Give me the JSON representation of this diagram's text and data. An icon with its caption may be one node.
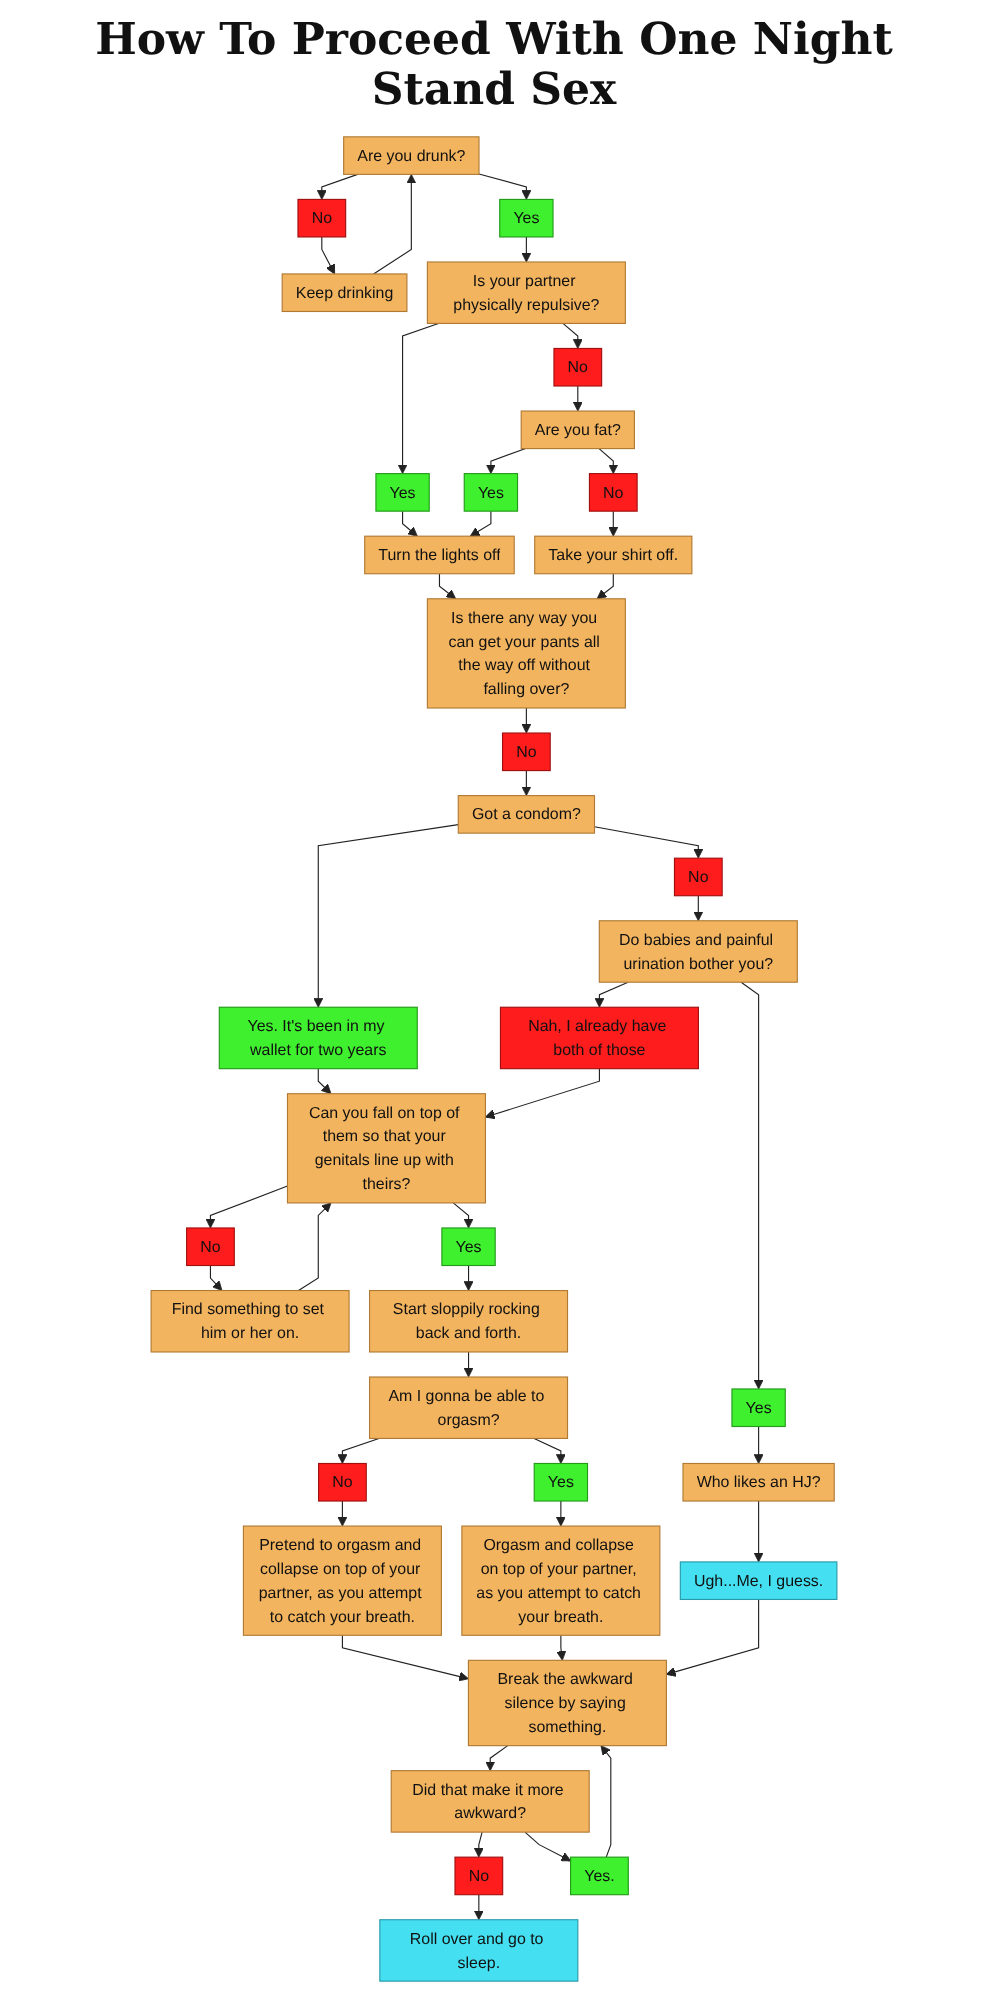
{
  "diagram": {
    "title": "How To Proceed With One Night Stand Sex",
    "nodes": [
      {
        "text": [
          "Are you drunk?"
        ]
      },
      {
        "text": [
          "No"
        ]
      },
      {
        "text": [
          "Yes"
        ]
      },
      {
        "text": [
          "Keep drinking"
        ]
      },
      {
        "text": [
          "Is your partner physically repulsive?"
        ]
      },
      {
        "text": [
          "No"
        ]
      },
      {
        "text": [
          "Yes"
        ]
      },
      {
        "text": [
          "Are you fat?"
        ]
      },
      {
        "text": [
          "Turn the lights off"
        ]
      },
      {
        "text": [
          "No"
        ]
      },
      {
        "text": [
          "Yes"
        ]
      },
      {
        "text": [
          "Take your shirt off."
        ]
      },
      {
        "text": [
          "Is there any way you can get your pants all the way off without falling over?"
        ]
      },
      {
        "text": [
          "No"
        ]
      },
      {
        "text": [
          "Can you fall on top of them so that your genitals line up with theirs?"
        ]
      },
      {
        "text": [
          "Got a condom?"
        ]
      },
      {
        "text": [
          "No"
        ]
      },
      {
        "text": [
          "Yes"
        ]
      },
      {
        "text": [
          "Yes. It's been in my wallet for two years"
        ]
      },
      {
        "text": [
          "No"
        ]
      },
      {
        "text": [
          "Find something to set him or her on."
        ]
      },
      {
        "text": [
          "Start sloppily rocking back and forth."
        ]
      },
      {
        "text": [
          "Do babies and painful urination bother you?"
        ]
      },
      {
        "text": [
          "Am I gonna be able to orgasm?"
        ]
      },
      {
        "text": [
          "Nah, I already have both of those"
        ]
      },
      {
        "text": [
          "Yes"
        ]
      },
      {
        "text": [
          "No"
        ]
      },
      {
        "text": [
          "Yes"
        ]
      },
      {
        "text": [
          "Pretend to orgasm and collapse on top of your partner, as you attempt to catch your breath."
        ]
      },
      {
        "text": [
          "Orgasm and collapse on top of your partner, as you attempt to catch your breath."
        ]
      },
      {
        "text": [
          "Who likes an HJ?"
        ]
      },
      {
        "text": [
          "Ugh...Me, I guess."
        ]
      },
      {
        "text": [
          "Break the awkward silence by saying something."
        ]
      },
      {
        "text": [
          "Did that make it more awkward?"
        ]
      },
      {
        "text": [
          "No"
        ]
      },
      {
        "text": [
          "Yes."
        ]
      },
      {
        "text": [
          "Roll over and go to sleep."
        ]
      }
    ],
    "edges": [
      {
        "from": 0,
        "to": 1,
        "arrow": "to"
      },
      {
        "from": 0,
        "to": 2,
        "arrow": "to"
      },
      {
        "from": 1,
        "to": 3,
        "arrow": "to"
      },
      {
        "from": 3,
        "to": 0,
        "arrow": "to"
      },
      {
        "from": 2,
        "to": 4,
        "arrow": "to"
      },
      {
        "from": 4,
        "to": 5,
        "arrow": "to"
      },
      {
        "from": 4,
        "to": 6,
        "arrow": "to"
      },
      {
        "from": 5,
        "to": 7,
        "arrow": "to"
      },
      {
        "from": 6,
        "to": 8,
        "arrow": "to"
      },
      {
        "from": 7,
        "to": 9,
        "arrow": "to"
      },
      {
        "from": 7,
        "to": 10,
        "arrow": "to"
      },
      {
        "from": 10,
        "to": 8,
        "arrow": "to"
      },
      {
        "from": 9,
        "to": 11,
        "arrow": "to"
      },
      {
        "from": 8,
        "to": 12,
        "arrow": "to"
      },
      {
        "from": 11,
        "to": 12,
        "arrow": "to"
      },
      {
        "from": 12,
        "to": 13,
        "arrow": "to"
      },
      {
        "from": 13,
        "to": 15,
        "arrow": "to"
      },
      {
        "from": 15,
        "to": 18,
        "arrow": "to"
      },
      {
        "from": 15,
        "to": 19,
        "arrow": "to"
      },
      {
        "from": 18,
        "to": 14,
        "arrow": "to"
      },
      {
        "from": 24,
        "to": 14,
        "arrow": "to"
      },
      {
        "from": 14,
        "to": 16,
        "arrow": "to"
      },
      {
        "from": 14,
        "to": 17,
        "arrow": "to"
      },
      {
        "from": 16,
        "to": 20,
        "arrow": "to"
      },
      {
        "from": 20,
        "to": 14,
        "arrow": "to"
      },
      {
        "from": 17,
        "to": 21,
        "arrow": "to"
      },
      {
        "from": 21,
        "to": 23,
        "arrow": "to"
      },
      {
        "from": 19,
        "to": 22,
        "arrow": "to"
      },
      {
        "from": 22,
        "to": 24,
        "arrow": "to"
      },
      {
        "from": 22,
        "to": 25,
        "arrow": "to"
      },
      {
        "from": 23,
        "to": 26,
        "arrow": "to"
      },
      {
        "from": 23,
        "to": 27,
        "arrow": "to"
      },
      {
        "from": 26,
        "to": 28,
        "arrow": "to"
      },
      {
        "from": 27,
        "to": 29,
        "arrow": "to"
      },
      {
        "from": 25,
        "to": 30,
        "arrow": "to"
      },
      {
        "from": 30,
        "to": 31,
        "arrow": "to"
      },
      {
        "from": 28,
        "to": 32,
        "arrow": "to"
      },
      {
        "from": 29,
        "to": 32,
        "arrow": "to"
      },
      {
        "from": 31,
        "to": 32,
        "arrow": "to"
      },
      {
        "from": 32,
        "to": 33,
        "arrow": "to"
      },
      {
        "from": 33,
        "to": 34,
        "arrow": "to"
      },
      {
        "from": 33,
        "to": 35,
        "arrow": "to"
      },
      {
        "from": 35,
        "to": 32,
        "arrow": "to"
      },
      {
        "from": 34,
        "to": 36,
        "arrow": "to"
      }
    ]
  }
}
